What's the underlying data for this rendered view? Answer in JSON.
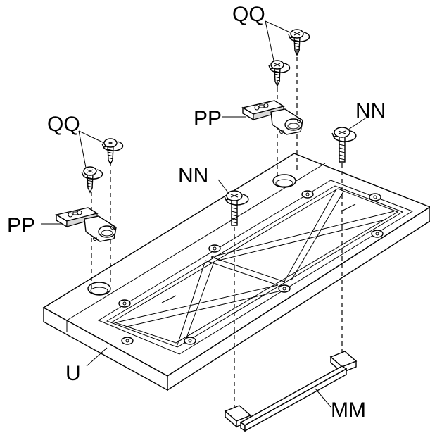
{
  "labels": {
    "screws_left": "QQ",
    "screws_right": "QQ",
    "hinge_left": "PP",
    "hinge_right": "PP",
    "bolt_center": "NN",
    "bolt_right": "NN",
    "door_panel": "U",
    "handle": "MM"
  }
}
